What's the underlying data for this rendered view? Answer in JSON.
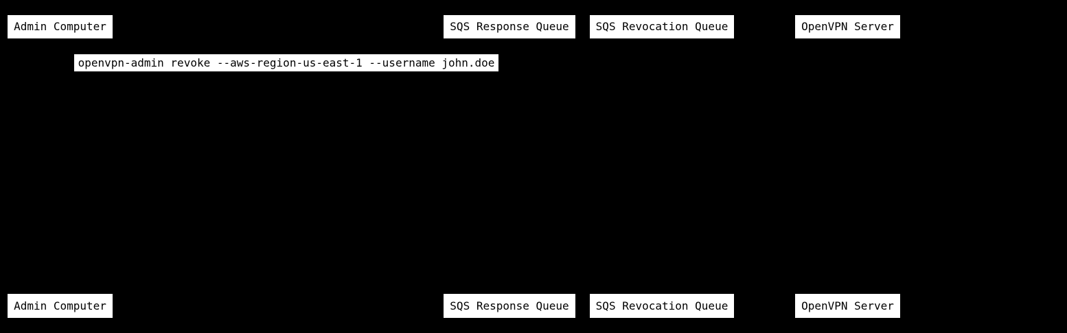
{
  "diagram": {
    "type": "sequence-diagram",
    "colors": {
      "background": "#000000",
      "box_bg": "#ffffff",
      "box_text": "#000000"
    },
    "participants": [
      {
        "label": "Admin Computer"
      },
      {
        "label": "SQS Response Queue"
      },
      {
        "label": "SQS Revocation Queue"
      },
      {
        "label": "OpenVPN Server"
      }
    ],
    "message": {
      "label": "openvpn-admin revoke --aws-region-us-east-1 --username john.doe"
    }
  }
}
